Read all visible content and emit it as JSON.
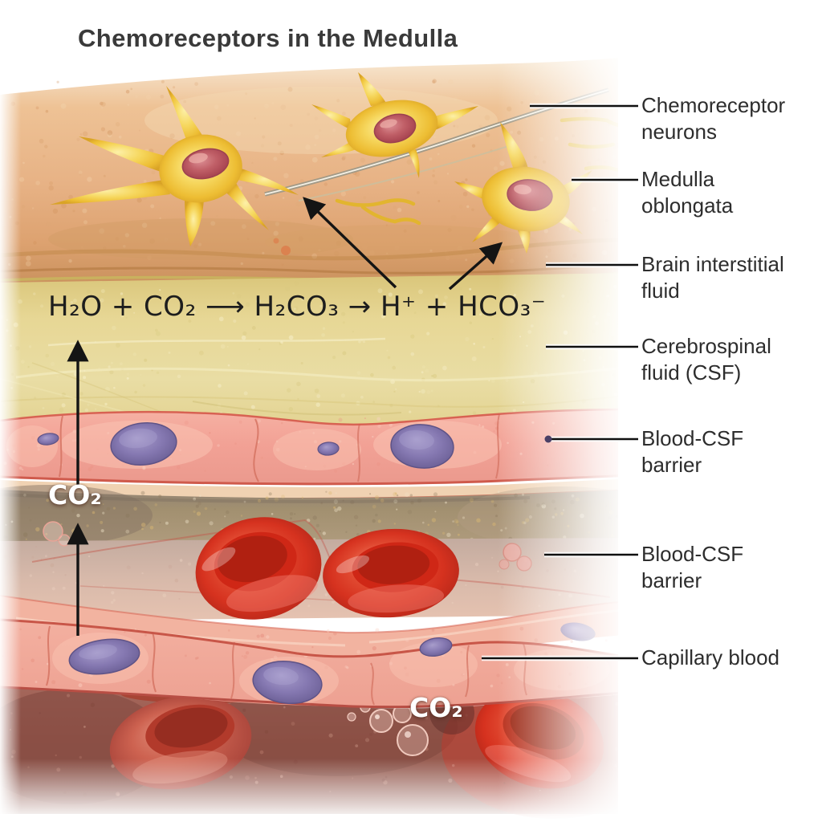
{
  "title": "Chemoreceptors in the Medulla",
  "equation": {
    "text": "H₂O + CO₂ ⟶ H₂CO₃ → H⁺ + HCO₃⁻"
  },
  "flow": {
    "co2_upper": "CO₂",
    "co2_lower": "CO₂"
  },
  "labels": [
    {
      "id": "chemoreceptor-neurons",
      "line1": "Chemoreceptor",
      "line2": "neurons"
    },
    {
      "id": "medulla-oblongata",
      "line1": "Medulla",
      "line2": "oblongata"
    },
    {
      "id": "brain-interstitial-fluid",
      "line1": "Brain interstitial",
      "line2": "fluid"
    },
    {
      "id": "cerebrospinal-fluid",
      "line1": "Cerebrospinal",
      "line2": "fluid (CSF)"
    },
    {
      "id": "blood-csf-barrier-1",
      "line1": "Blood-CSF",
      "line2": "barrier"
    },
    {
      "id": "blood-csf-barrier-2",
      "line1": "Blood-CSF",
      "line2": "barrier"
    },
    {
      "id": "capillary-blood",
      "line1": "Capillary blood",
      "line2": ""
    }
  ],
  "colors": {
    "tissue_tan": "#eabe90",
    "neuron_yellow": "#f2c73c",
    "neuron_nucleus_red": "#b34c58",
    "csf_yellow": "#e5d697",
    "barrier_pink": "#f2a79b",
    "cell_nucleus_purple": "#867ab4",
    "rbc_red": "#d93523",
    "capillary_dark_red": "#9a5a4e",
    "annotation_black": "#141414",
    "label_text": "#2d2d2d"
  }
}
